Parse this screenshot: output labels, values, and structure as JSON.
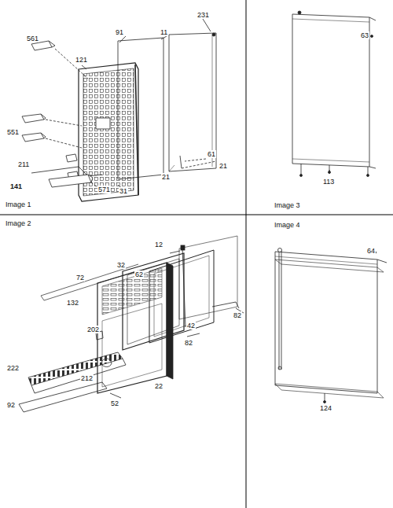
{
  "diagram": {
    "labels": [
      "231",
      "561",
      "91",
      "11",
      "121",
      "551",
      "61",
      "21",
      "21",
      "31",
      "211",
      "571",
      "141",
      "Image 1",
      "63",
      "113",
      "Image 3",
      "Image 2",
      "12",
      "32",
      "72",
      "62",
      "132",
      "202",
      "42",
      "82",
      "82",
      "212",
      "222",
      "22",
      "52",
      "92",
      "Image 4",
      "64",
      "124"
    ]
  }
}
